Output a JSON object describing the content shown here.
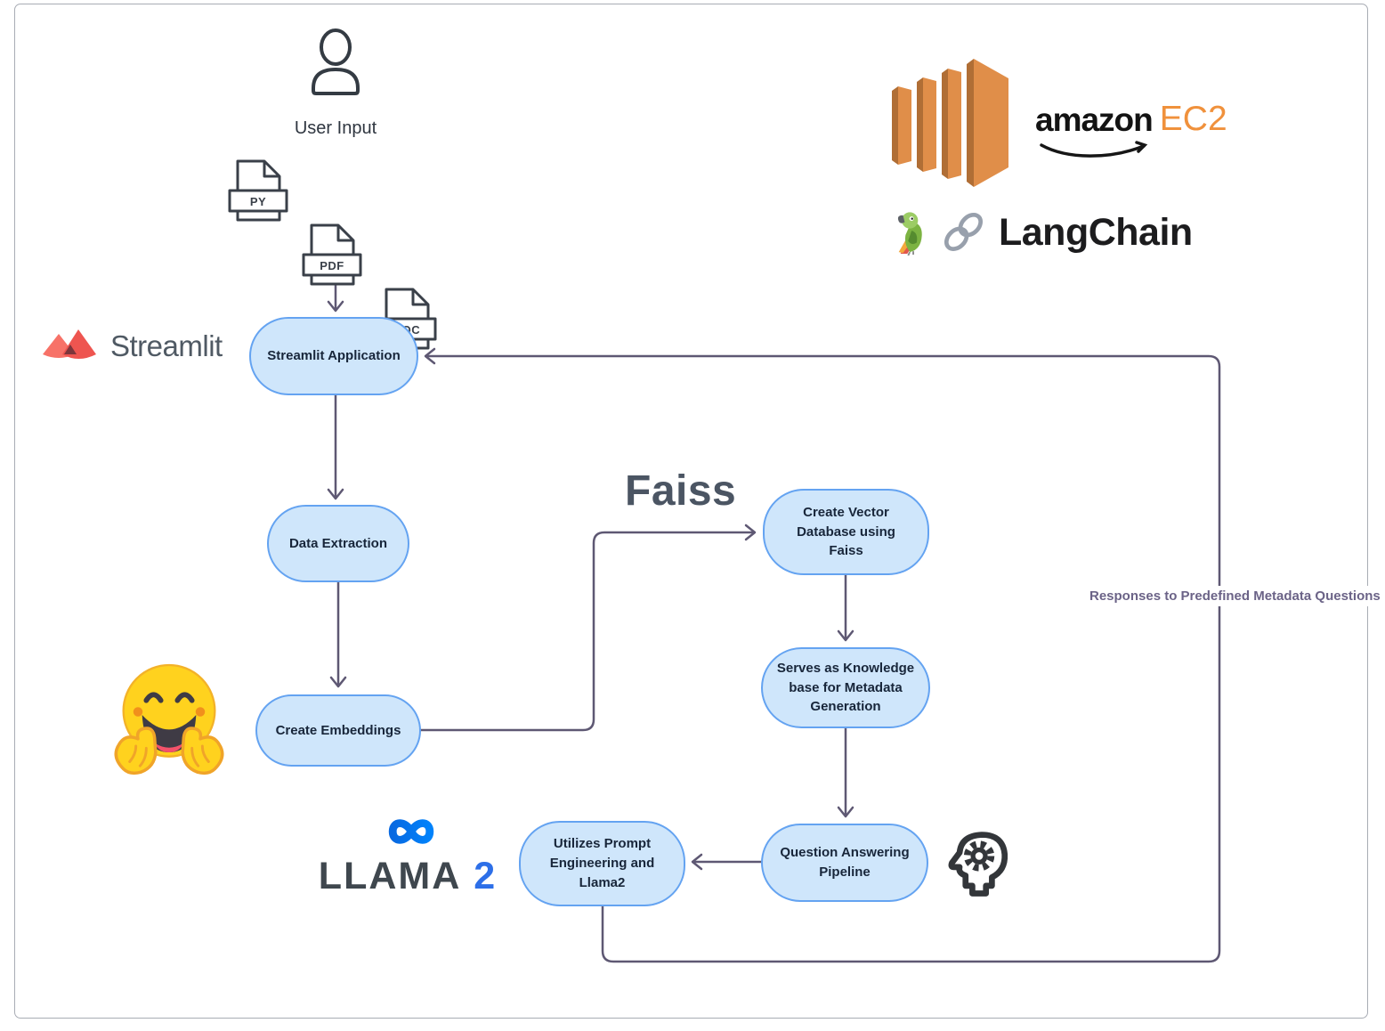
{
  "user_input": {
    "label": "User Input"
  },
  "files": {
    "py": "PY",
    "pdf": "PDF",
    "doc": "DOC"
  },
  "nodes": {
    "streamlit_app": "Streamlit Application",
    "data_extraction": "Data Extraction",
    "create_embeddings": "Create Embeddings",
    "create_vector_db": "Create Vector Database using Faiss",
    "knowledge_base": "Serves as Knowledge base for Metadata Generation",
    "qa_pipeline": "Question Answering Pipeline",
    "prompt_llama": "Utilizes Prompt Engineering and Llama2"
  },
  "annotations": {
    "faiss": "Faiss",
    "responses": "Responses to Predefined Metadata Questions"
  },
  "logos": {
    "streamlit": "Streamlit",
    "amazon": "amazon",
    "ec2": "EC2",
    "langchain": "LangChain",
    "llama": "LLAMA",
    "llama_version": "2"
  },
  "colors": {
    "node_fill": "#cfe6fb",
    "node_border": "#64a3f1",
    "node_text": "#18263a",
    "connector": "#5e5873",
    "responses_text": "#6b6387",
    "faiss_text": "#4b5563",
    "ec2_orange": "#e08e49",
    "streamlit_red": "#ee5550",
    "llama_blue": "#2d6fe8",
    "hf_yellow": "#ffd21e",
    "frame_border": "#a8acb4"
  }
}
